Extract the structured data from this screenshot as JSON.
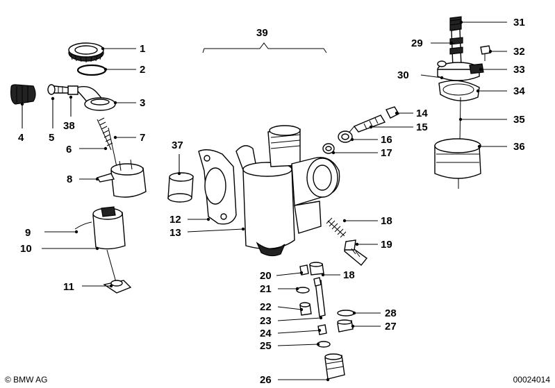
{
  "callouts": {
    "c1": "1",
    "c2": "2",
    "c3": "3",
    "c4": "4",
    "c5": "5",
    "c6": "6",
    "c7": "7",
    "c8": "8",
    "c9": "9",
    "c10": "10",
    "c11": "11",
    "c12": "12",
    "c13": "13",
    "c14": "14",
    "c15": "15",
    "c16": "16",
    "c17": "17",
    "c18a": "18",
    "c18b": "18",
    "c19": "19",
    "c20": "20",
    "c21": "21",
    "c22": "22",
    "c23": "23",
    "c24": "24",
    "c25": "25",
    "c26": "26",
    "c27": "27",
    "c28": "28",
    "c29": "29",
    "c30": "30",
    "c31": "31",
    "c32": "32",
    "c33": "33",
    "c34": "34",
    "c35": "35",
    "c36": "36",
    "c37": "37",
    "c38": "38",
    "c39": "39"
  },
  "footer": {
    "copyright": "© BMW AG",
    "diagram_id": "00024014"
  }
}
